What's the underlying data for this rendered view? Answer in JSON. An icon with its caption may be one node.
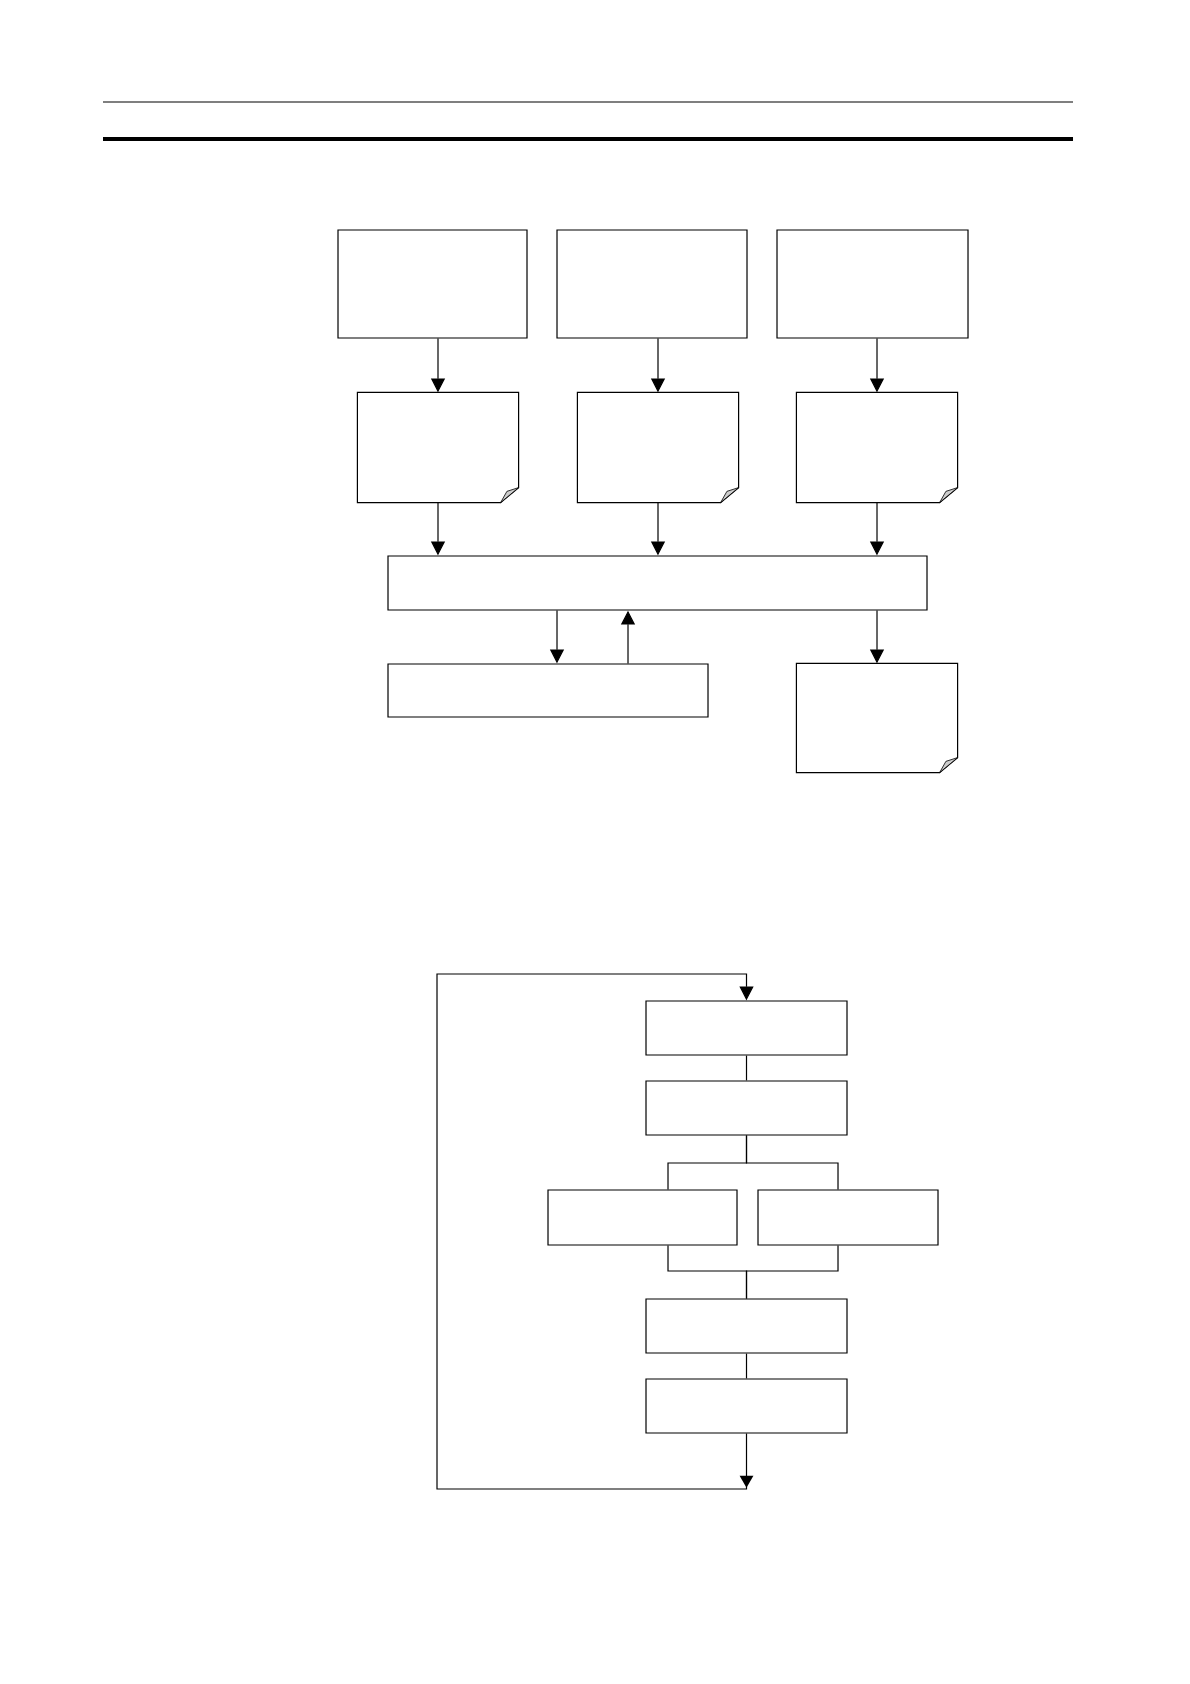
{
  "diagram": {
    "nodes": [
      {
        "text": [],
        "shape": "box"
      },
      {
        "text": [],
        "shape": "box"
      },
      {
        "text": [],
        "shape": "box"
      },
      {
        "text": [],
        "shape": "document"
      },
      {
        "text": [],
        "shape": "document"
      },
      {
        "text": [],
        "shape": "document"
      },
      {
        "text": [],
        "shape": "box"
      },
      {
        "text": [],
        "shape": "box"
      },
      {
        "text": [],
        "shape": "document"
      },
      {
        "text": [],
        "shape": "box"
      },
      {
        "text": [],
        "shape": "box"
      },
      {
        "text": [],
        "shape": "box"
      },
      {
        "text": [],
        "shape": "box"
      },
      {
        "text": [],
        "shape": "box"
      },
      {
        "text": [],
        "shape": "box"
      }
    ],
    "edges": [
      {
        "from": 0,
        "to": 3,
        "arrow": "to"
      },
      {
        "from": 1,
        "to": 4,
        "arrow": "to"
      },
      {
        "from": 2,
        "to": 5,
        "arrow": "to"
      },
      {
        "from": 3,
        "to": 6,
        "arrow": "to"
      },
      {
        "from": 4,
        "to": 6,
        "arrow": "to"
      },
      {
        "from": 5,
        "to": 6,
        "arrow": "to"
      },
      {
        "from": 6,
        "to": 7,
        "arrow": "to"
      },
      {
        "from": 7,
        "to": 6,
        "arrow": "to"
      },
      {
        "from": 6,
        "to": 8,
        "arrow": "to"
      },
      {
        "from": 9,
        "to": 10,
        "arrow": "none"
      },
      {
        "from": 10,
        "to": 11,
        "arrow": "none"
      },
      {
        "from": 10,
        "to": 12,
        "arrow": "none"
      },
      {
        "from": 11,
        "to": 13,
        "arrow": "none"
      },
      {
        "from": 12,
        "to": 13,
        "arrow": "none"
      },
      {
        "from": 13,
        "to": 14,
        "arrow": "none"
      },
      {
        "from": 14,
        "to": 9,
        "arrow": "to"
      }
    ]
  }
}
